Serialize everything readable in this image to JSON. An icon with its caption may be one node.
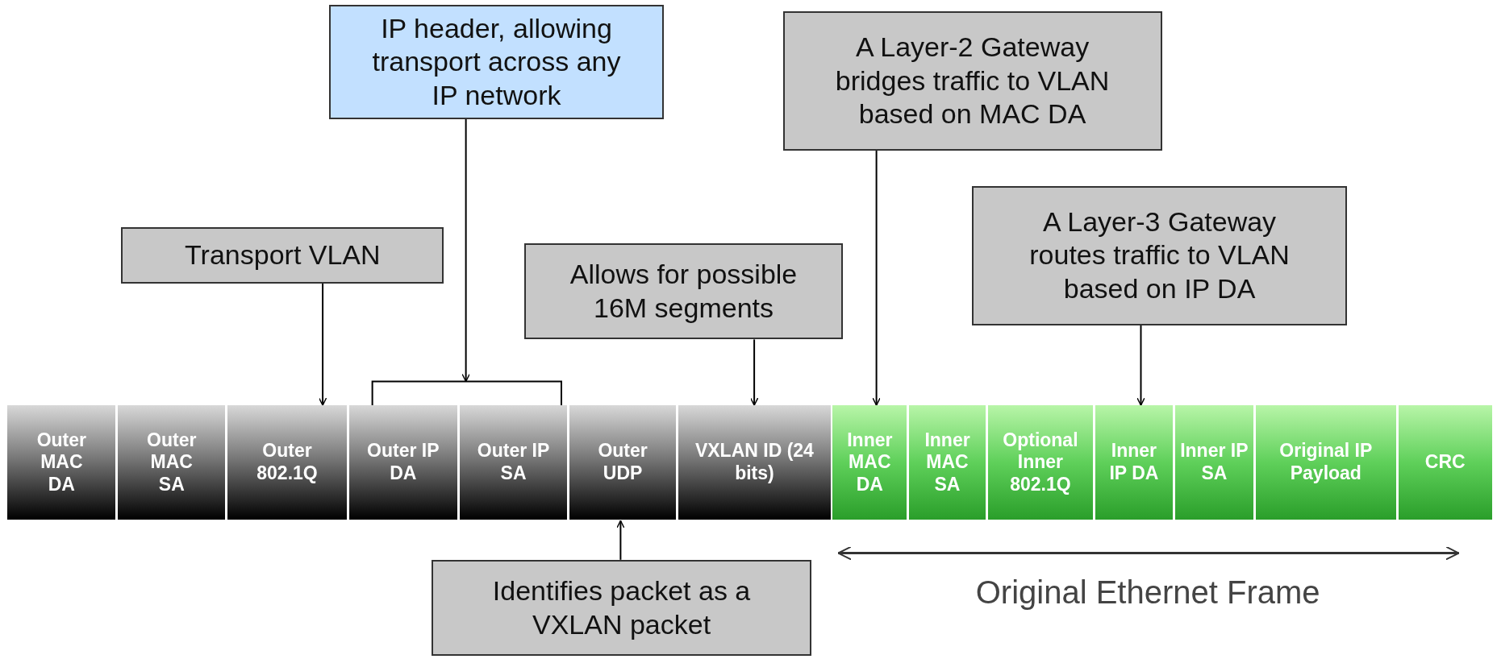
{
  "diagram": {
    "nodes": [
      {
        "text": [
          "Outer MAC DA"
        ]
      },
      {
        "text": [
          "Outer MAC SA"
        ]
      },
      {
        "text": [
          "Outer 802.1Q"
        ]
      },
      {
        "text": [
          "Outer IP DA"
        ]
      },
      {
        "text": [
          "Outer IP SA"
        ]
      },
      {
        "text": [
          "Outer UDP"
        ]
      },
      {
        "text": [
          "VXLAN ID (24 bits)"
        ]
      },
      {
        "text": [
          "Inner MAC DA"
        ]
      },
      {
        "text": [
          "Inner MAC SA"
        ]
      },
      {
        "text": [
          "Optional Inner 802.1Q"
        ]
      },
      {
        "text": [
          "Inner IP DA"
        ]
      },
      {
        "text": [
          "Inner IP SA"
        ]
      },
      {
        "text": [
          "Original IP Payload"
        ]
      },
      {
        "text": [
          "CRC"
        ]
      },
      {
        "text": [
          "IP header, allowing transport across any IP network"
        ]
      },
      {
        "text": [
          "A Layer-2 Gateway bridges traffic to VLAN based on MAC DA"
        ]
      },
      {
        "text": [
          "Transport VLAN"
        ]
      },
      {
        "text": [
          "Allows for possible 16M segments"
        ]
      },
      {
        "text": [
          "A Layer-3 Gateway routes traffic to VLAN based on IP DA"
        ]
      },
      {
        "text": [
          "Identifies packet as a VXLAN packet"
        ]
      },
      {
        "text": [],
        "shape": "bracket"
      }
    ],
    "edges": [
      {
        "from": 16,
        "to": 2,
        "arrow": "to"
      },
      {
        "from": 14,
        "to": 20,
        "arrow": "to"
      },
      {
        "from": 17,
        "to": 6,
        "arrow": "to"
      },
      {
        "from": 15,
        "to": 7,
        "arrow": "to"
      },
      {
        "from": 18,
        "to": 10,
        "arrow": "to"
      },
      {
        "from": 19,
        "to": 5,
        "arrow": "to"
      }
    ],
    "labels": [
      "Original Ethernet Frame"
    ]
  }
}
